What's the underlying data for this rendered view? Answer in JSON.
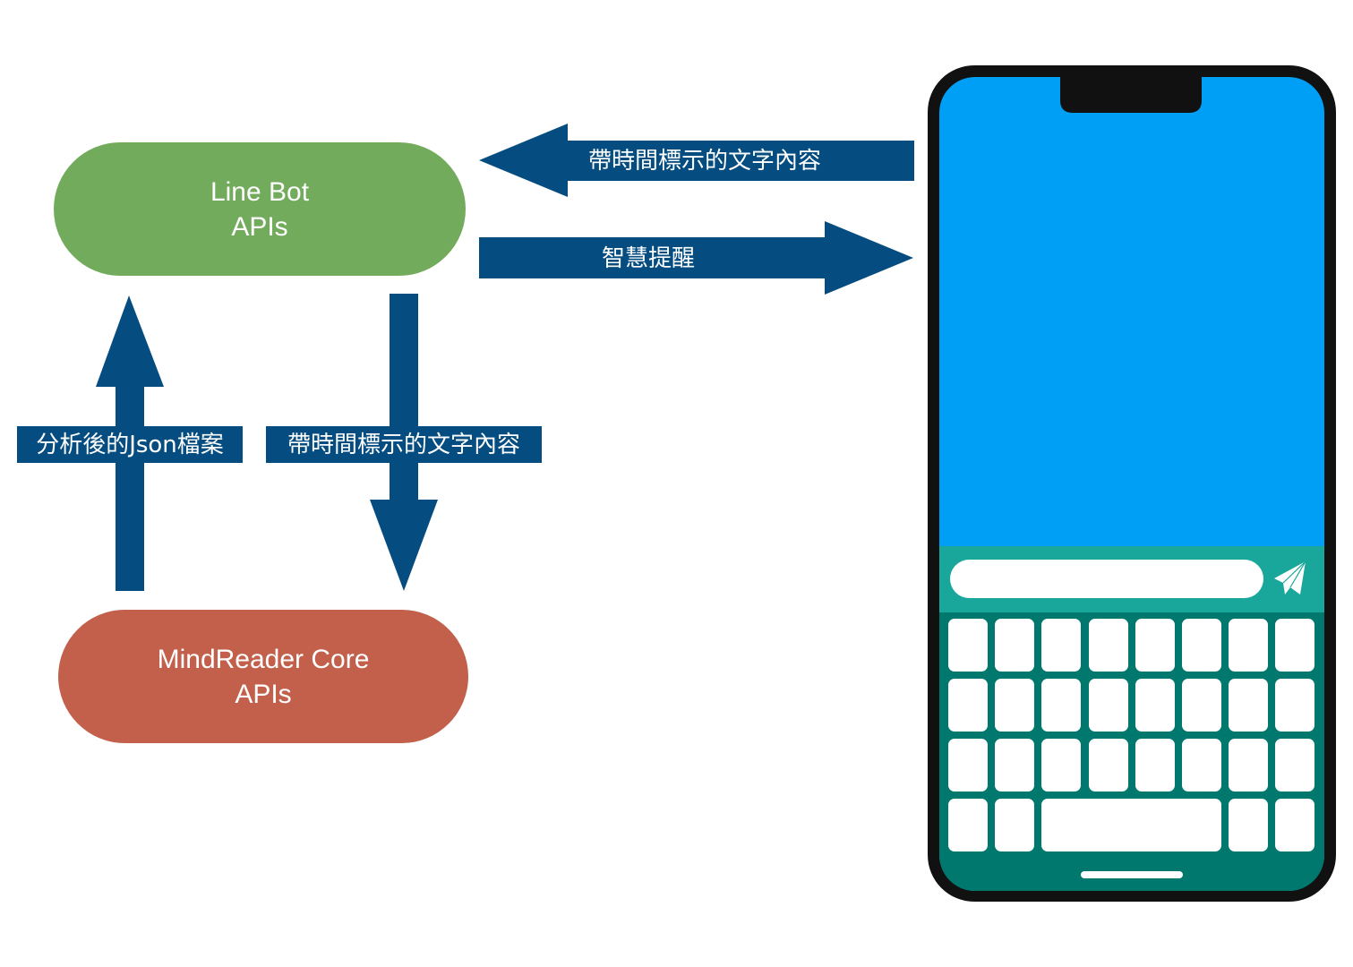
{
  "colors": {
    "arrow": "#054d80",
    "line_bot_fill": "#72ab5c",
    "core_fill": "#c2604b",
    "phone_frame": "#111111",
    "phone_screen": "#009ff6",
    "input_bar": "#18a79a",
    "keyboard": "#00786d",
    "key": "#ffffff"
  },
  "nodes": {
    "line_bot": {
      "line1": "Line Bot",
      "line2": "APIs"
    },
    "mindreader_core": {
      "line1": "MindReader Core",
      "line2": "APIs"
    }
  },
  "arrows": {
    "phone_to_bot": "帶時間標示的文字內容",
    "bot_to_phone": "智慧提醒",
    "core_to_bot": "分析後的Json檔案",
    "bot_to_core": "帶時間標示的文字內容"
  },
  "phone": {
    "send_icon": "paper-plane-icon"
  }
}
